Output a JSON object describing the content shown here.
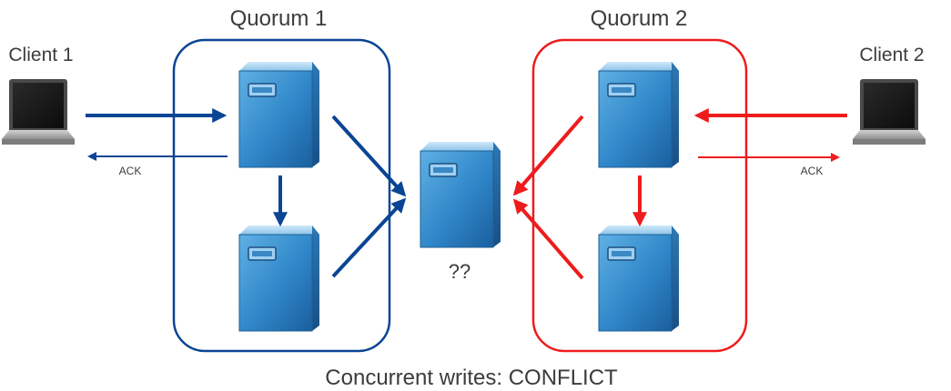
{
  "labels": {
    "client1": "Client 1",
    "client2": "Client 2",
    "quorum1": "Quorum 1",
    "quorum2": "Quorum 2",
    "ack_left": "ACK",
    "ack_right": "ACK",
    "unknown_server": "??",
    "caption": "Concurrent writes: CONFLICT"
  },
  "colors": {
    "quorum1": "#0a4594",
    "quorum2": "#ee1c1c",
    "text": "#3c3c3c"
  },
  "icons": {
    "client": "laptop-icon",
    "server": "server-icon"
  }
}
